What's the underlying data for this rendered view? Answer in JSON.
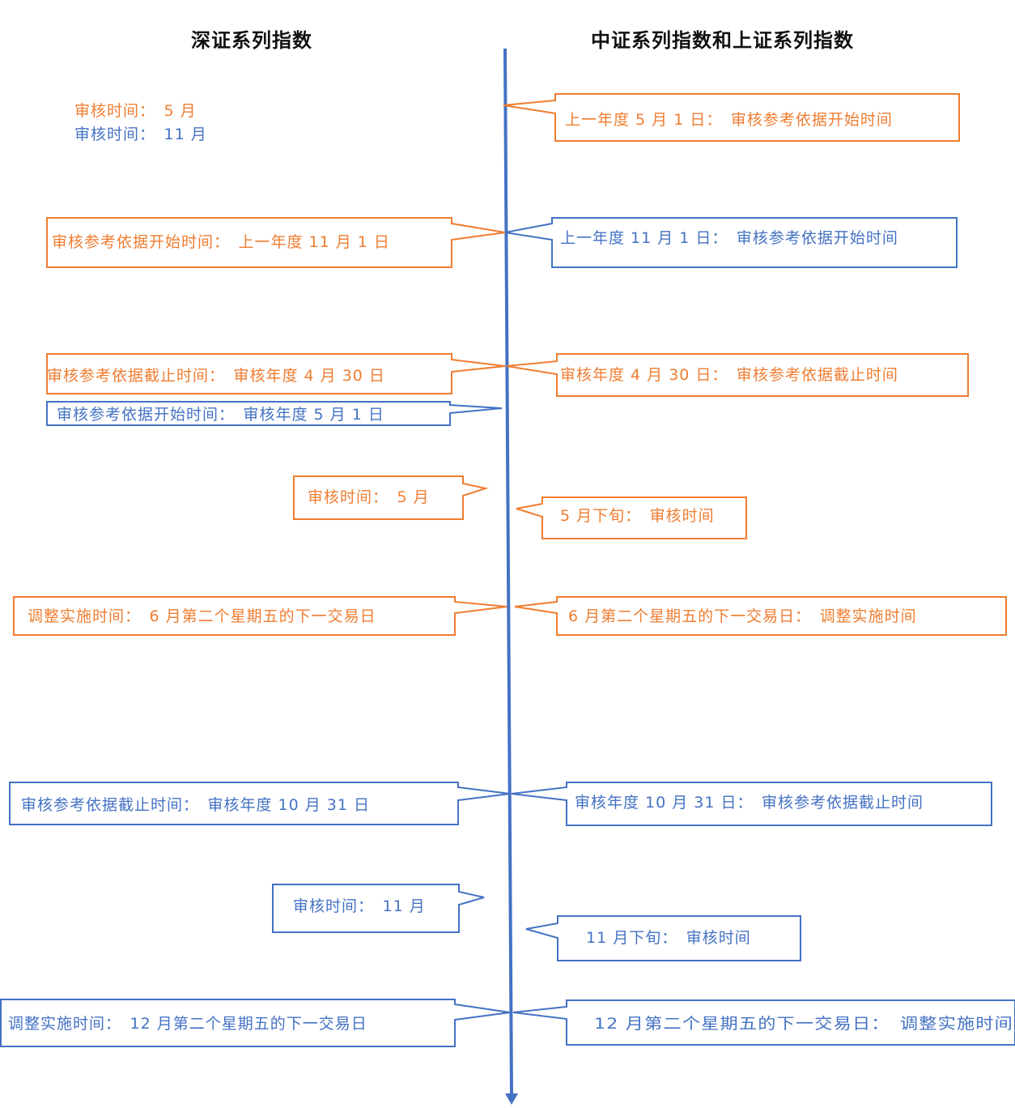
{
  "titles": {
    "left": "深证系列指数",
    "right": "中证系列指数和上证系列指数"
  },
  "legend": {
    "orange": "审核时间：　5 月",
    "blue": "审核时间：　11 月"
  },
  "colors": {
    "orange": "#ef7d31",
    "blue": "#4472c4",
    "axis": "#4472c4",
    "title": "#111111"
  },
  "callouts": {
    "right_may1": "上一年度 5 月 1 日：　审核参考依据开始时间",
    "left_nov1": "审核参考依据开始时间：　上一年度 11 月 1 日",
    "right_nov1": "上一年度 11 月 1 日：　审核参考依据开始时间",
    "left_apr30": "审核参考依据截止时间：　审核年度 4 月 30 日",
    "right_apr30": "审核年度 4 月 30 日：　审核参考依据截止时间",
    "left_may1": "审核参考依据开始时间：　审核年度 5 月 1 日",
    "left_review_may": "审核时间：　5 月",
    "right_review_may": "5 月下旬：　审核时间",
    "left_adjust_jun": "调整实施时间：　6 月第二个星期五的下一交易日",
    "right_adjust_jun": "6 月第二个星期五的下一交易日：　调整实施时间",
    "left_oct31": "审核参考依据截止时间：　审核年度 10 月 31 日",
    "right_oct31": "审核年度 10 月 31 日：　审核参考依据截止时间",
    "left_review_nov": "审核时间：　11 月",
    "right_review_nov": "11 月下旬：　审核时间",
    "left_adjust_dec": "调整实施时间：　12 月第二个星期五的下一交易日",
    "right_adjust_dec": "12 月第二个星期五的下一交易日：　调整实施时间"
  }
}
